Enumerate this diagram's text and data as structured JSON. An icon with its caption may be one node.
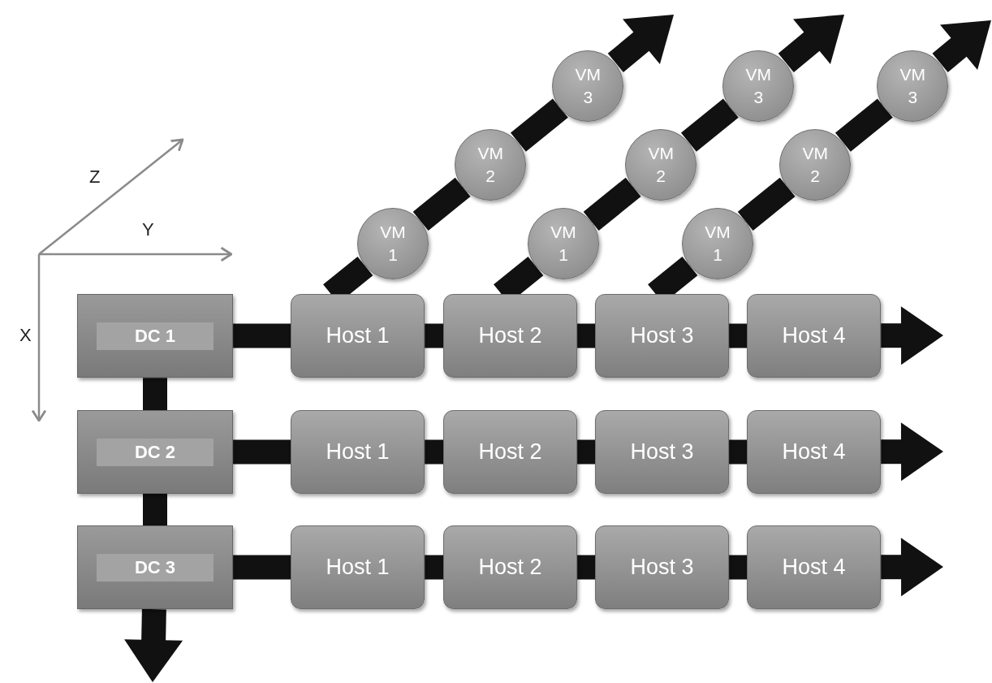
{
  "diagram": {
    "nodes": [
      {
        "text": [
          "VM 3"
        ]
      },
      {
        "text": [
          "VM 3"
        ]
      },
      {
        "text": [
          "VM 3"
        ]
      },
      {
        "text": [
          "VM 2"
        ]
      },
      {
        "text": [
          "VM 2"
        ]
      },
      {
        "text": [
          "VM 2"
        ]
      },
      {
        "text": [
          "VM 1"
        ]
      },
      {
        "text": [
          "VM 1"
        ]
      },
      {
        "text": [
          "VM 1"
        ]
      },
      {
        "text": [
          "DC 1"
        ]
      },
      {
        "text": [
          "Host 1"
        ]
      },
      {
        "text": [
          "Host 2"
        ]
      },
      {
        "text": [
          "Host 3"
        ]
      },
      {
        "text": [
          "Host 4"
        ]
      },
      {
        "text": [
          "DC 2"
        ]
      },
      {
        "text": [
          "Host 1"
        ]
      },
      {
        "text": [
          "Host 2"
        ]
      },
      {
        "text": [
          "Host 3"
        ]
      },
      {
        "text": [
          "Host 4"
        ]
      },
      {
        "text": [
          "DC 3"
        ]
      },
      {
        "text": [
          "Host 1"
        ]
      },
      {
        "text": [
          "Host 2"
        ]
      },
      {
        "text": [
          "Host 3"
        ]
      },
      {
        "text": [
          "Host 4"
        ]
      }
    ],
    "edges": [
      {
        "from": 9,
        "to": 10,
        "arrow": "none"
      },
      {
        "from": 10,
        "to": 11,
        "arrow": "none"
      },
      {
        "from": 11,
        "to": 12,
        "arrow": "none"
      },
      {
        "from": 12,
        "to": 13,
        "arrow": "none"
      },
      {
        "from": 13,
        "to": null,
        "arrow": "to"
      },
      {
        "from": 14,
        "to": 15,
        "arrow": "none"
      },
      {
        "from": 15,
        "to": 16,
        "arrow": "none"
      },
      {
        "from": 16,
        "to": 17,
        "arrow": "none"
      },
      {
        "from": 17,
        "to": 18,
        "arrow": "none"
      },
      {
        "from": 18,
        "to": null,
        "arrow": "to"
      },
      {
        "from": 19,
        "to": 20,
        "arrow": "none"
      },
      {
        "from": 20,
        "to": 21,
        "arrow": "none"
      },
      {
        "from": 21,
        "to": 22,
        "arrow": "none"
      },
      {
        "from": 22,
        "to": 23,
        "arrow": "none"
      },
      {
        "from": 23,
        "to": null,
        "arrow": "to"
      },
      {
        "from": 9,
        "to": 14,
        "arrow": "none"
      },
      {
        "from": 14,
        "to": 19,
        "arrow": "none"
      },
      {
        "from": 19,
        "to": null,
        "arrow": "to"
      },
      {
        "from": 10,
        "to": 6,
        "arrow": "none"
      },
      {
        "from": 6,
        "to": 3,
        "arrow": "none"
      },
      {
        "from": 3,
        "to": 0,
        "arrow": "none"
      },
      {
        "from": 0,
        "to": null,
        "arrow": "to"
      },
      {
        "from": 11,
        "to": 7,
        "arrow": "none"
      },
      {
        "from": 7,
        "to": 4,
        "arrow": "none"
      },
      {
        "from": 4,
        "to": 1,
        "arrow": "none"
      },
      {
        "from": 1,
        "to": null,
        "arrow": "to"
      },
      {
        "from": 12,
        "to": 8,
        "arrow": "none"
      },
      {
        "from": 8,
        "to": 5,
        "arrow": "none"
      },
      {
        "from": 5,
        "to": 2,
        "arrow": "none"
      },
      {
        "from": 2,
        "to": null,
        "arrow": "to"
      }
    ],
    "labels": [
      "Z",
      "Y",
      "X"
    ]
  }
}
